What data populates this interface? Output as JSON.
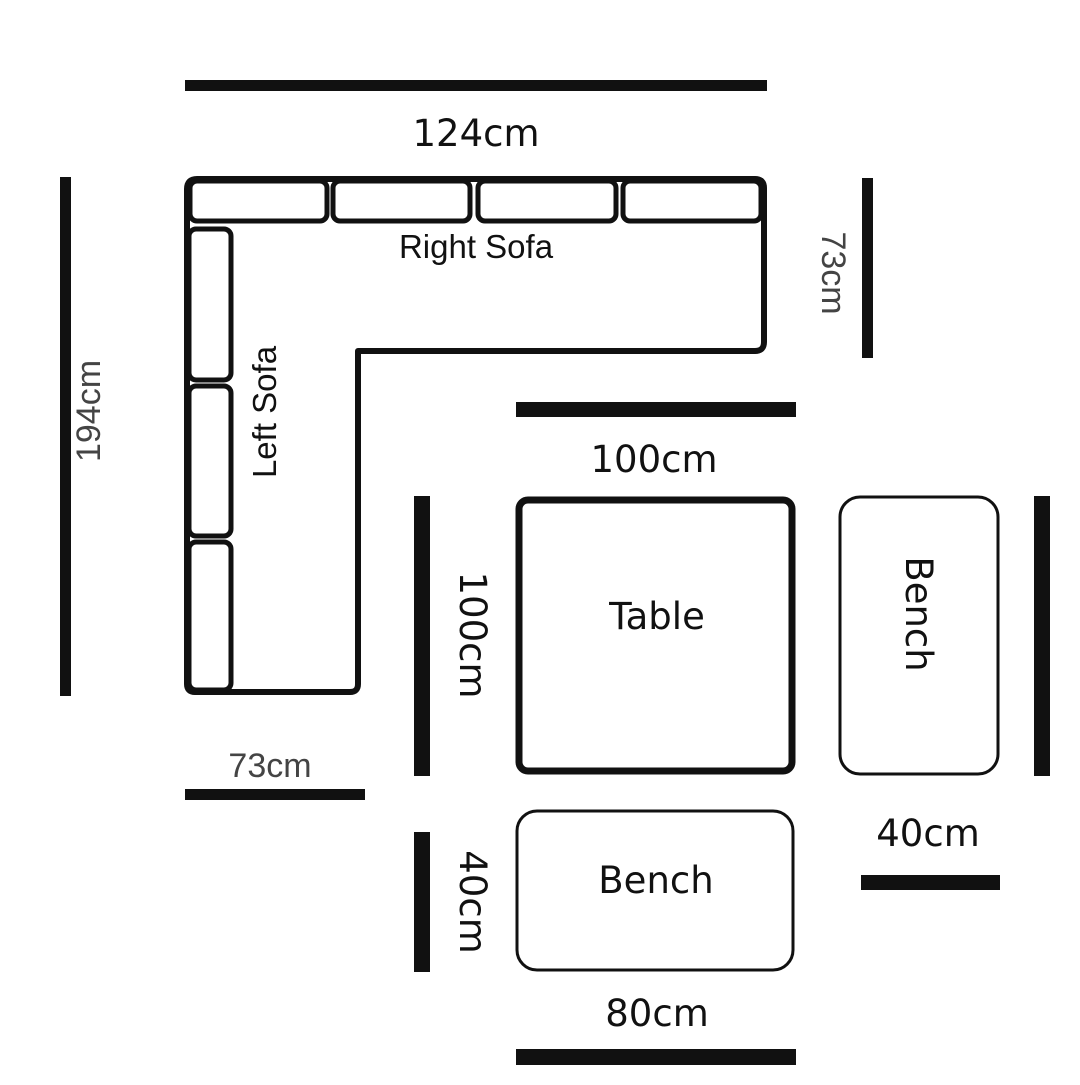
{
  "colors": {
    "stroke": "#111111",
    "background": "#ffffff",
    "muted_text": "#444444"
  },
  "furniture": {
    "right_sofa": "Right Sofa",
    "left_sofa": "Left Sofa",
    "table": "Table",
    "bench_right": "Bench",
    "bench_bottom": "Bench"
  },
  "dimensions": {
    "sofa_width": "124cm",
    "sofa_length": "194cm",
    "right_sofa_depth": "73cm",
    "left_sofa_depth": "73cm",
    "table_width": "100cm",
    "table_depth": "100cm",
    "bench_right_depth": "40cm",
    "bench_bottom_depth": "40cm",
    "bench_bottom_width": "80cm"
  }
}
